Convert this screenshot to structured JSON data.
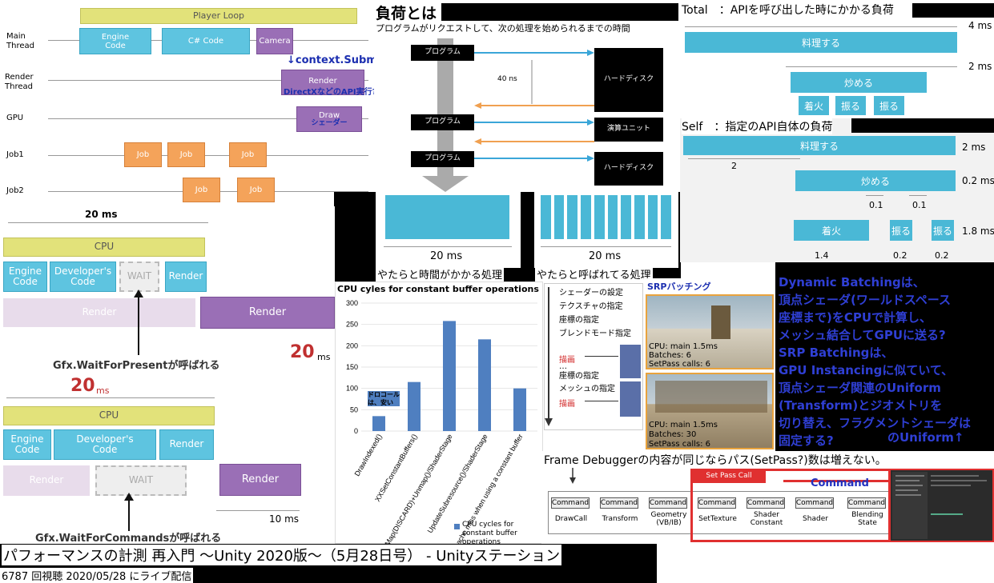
{
  "player_loop": {
    "title": "Player Loop",
    "rows": [
      "Main\nThread",
      "Render\nThread",
      "GPU",
      "Job1",
      "Job2"
    ],
    "engine": "Engine\nCode",
    "csharp": "C# Code",
    "camera": "Camera",
    "submit": "↓context.Submit()?",
    "render": "Render",
    "directx": "DirectXなどのAPI実行?",
    "draw": "Draw",
    "shader": "シェーダー",
    "job": "Job"
  },
  "load": {
    "title": "負荷とは",
    "subtitle": "プログラムがリクエストして、次の処理を始められるまでの時間",
    "program": "プログラム",
    "harddisk": "ハードディスク",
    "compute": "演算ユニット",
    "ns": "40 ns",
    "ms": "20 ms",
    "long_label": "やたらと時間がかかる処理",
    "many_label": "やたらと呼ばれてる処理"
  },
  "total": {
    "title": "Total　：APIを呼び出した時にかかる負荷",
    "cook": "料理する",
    "fry": "炒める",
    "fire": "着火",
    "shake": "振る",
    "v4": "4 ms",
    "v2": "2 ms"
  },
  "self": {
    "title": "Self　：指定のAPI自体の負荷",
    "cook": "料理する",
    "fry": "炒める",
    "fire": "着火",
    "shake": "振る",
    "v2ms": "2 ms",
    "v02ms": "0.2 ms",
    "v18ms": "1.8 ms",
    "n2": "2",
    "n01a": "0.1",
    "n01b": "0.1",
    "n14": "1.4",
    "n02a": "0.2",
    "n02b": "0.2"
  },
  "cpu1": {
    "ms": "20 ms",
    "cpu": "CPU",
    "engine": "Engine\nCode",
    "dev": "Developer's\nCode",
    "wait": "WAIT",
    "render": "Render",
    "render2": "Render",
    "render_faded": "Render",
    "gfx": "Gfx.WaitForPresentが呼ばれる",
    "big": "20",
    "unit": "ms"
  },
  "cpu2": {
    "big": "20",
    "unit": "ms",
    "cpu": "CPU",
    "engine": "Engine\nCode",
    "dev": "Developer's\nCode",
    "render": "Render",
    "render_faded": "Render",
    "wait": "WAIT",
    "render2": "Render",
    "ms10": "10 ms",
    "gfx": "Gfx.WaitForCommandsが呼ばれる"
  },
  "chart_data": {
    "type": "bar",
    "title": "CPU cyles for constant buffer operations",
    "categories": [
      "DrawIndexed()",
      "XXSetConstantBuffers()",
      "Map(DISCARD)+Unmap()/ShaderStage",
      "UpdateSubresource()/ShaderStage",
      "cache miss when using a constant buffer"
    ],
    "values": [
      35,
      115,
      258,
      215,
      100
    ],
    "ylim": [
      0,
      300
    ],
    "yticks": [
      0,
      50,
      100,
      150,
      200,
      250,
      300
    ],
    "legend": "CPU cycles for constant buffer operations",
    "annotation": "ドロコール\nは、安い",
    "color": "#4f7fc0"
  },
  "shader_list": {
    "items": [
      "シェーダーの設定",
      "テクスチャの指定",
      "座標の指定",
      "ブレンドモード指定",
      "描画",
      "座標の指定",
      "メッシュの指定",
      "描画"
    ],
    "ellipsis": "…"
  },
  "srp": {
    "title": "SRPバッチング",
    "cpu1": "CPU: main 1.5ms",
    "batches1": "Batches: 6",
    "setpass1": "SetPass calls: 6",
    "cpu2": "CPU: main 1.5ms",
    "batches2": "Batches: 30",
    "setpass2": "SetPass calls: 6"
  },
  "notes": {
    "lines": [
      "Dynamic Batchingは、",
      "頂点シェーダ(ワールドスペース",
      "座標まで)をCPUで計算し、",
      "メッシュ結合してGPUに送る?",
      "SRP Batchingは、",
      "GPU Instancingに似ていて、",
      "頂点シェーダ関連のUniform",
      "(Transform)とジオメトリを",
      "切り替え、フラグメントシェーダは",
      "固定する?"
    ],
    "arrow": "のUniform↑"
  },
  "frame": {
    "title": "Frame Debuggerの内容が同じならパス(SetPass?)数は増えない。",
    "setpass": "Set Pass Call",
    "command_overlay": "Command",
    "command": "Command",
    "labels": [
      "DrawCall",
      "Transform",
      "Geometry\n(VB/IB)",
      "SetTexture",
      "Shader\nConstant",
      "Shader",
      "Blending\nState"
    ]
  },
  "footer": {
    "title": "パフォーマンスの計測 再入門 〜Unity 2020版〜（5月28日号） - Unityステーション",
    "meta": "6787 回視聴  2020/05/28 にライブ配信"
  }
}
